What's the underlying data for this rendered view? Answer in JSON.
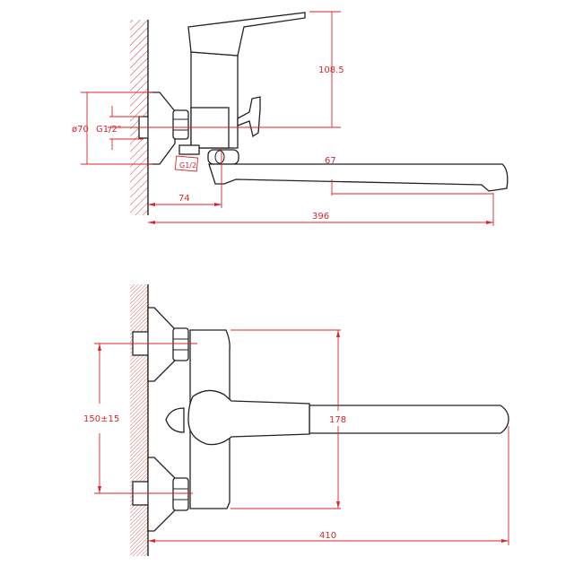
{
  "colors": {
    "dimension": "#d8262b",
    "outline": "#222222",
    "hatch": "#c84040"
  },
  "side_view": {
    "dims": {
      "height_above_axis": "108.5",
      "flange_diameter": "ø70",
      "thread_inlet": "G1/2\"",
      "thread_outlet": "G1/2",
      "spout_drop": "67",
      "wall_to_outlet": "74",
      "total_reach": "396"
    }
  },
  "front_view": {
    "dims": {
      "inlet_spacing": "150±15",
      "body_height": "178",
      "total_length": "410"
    }
  }
}
